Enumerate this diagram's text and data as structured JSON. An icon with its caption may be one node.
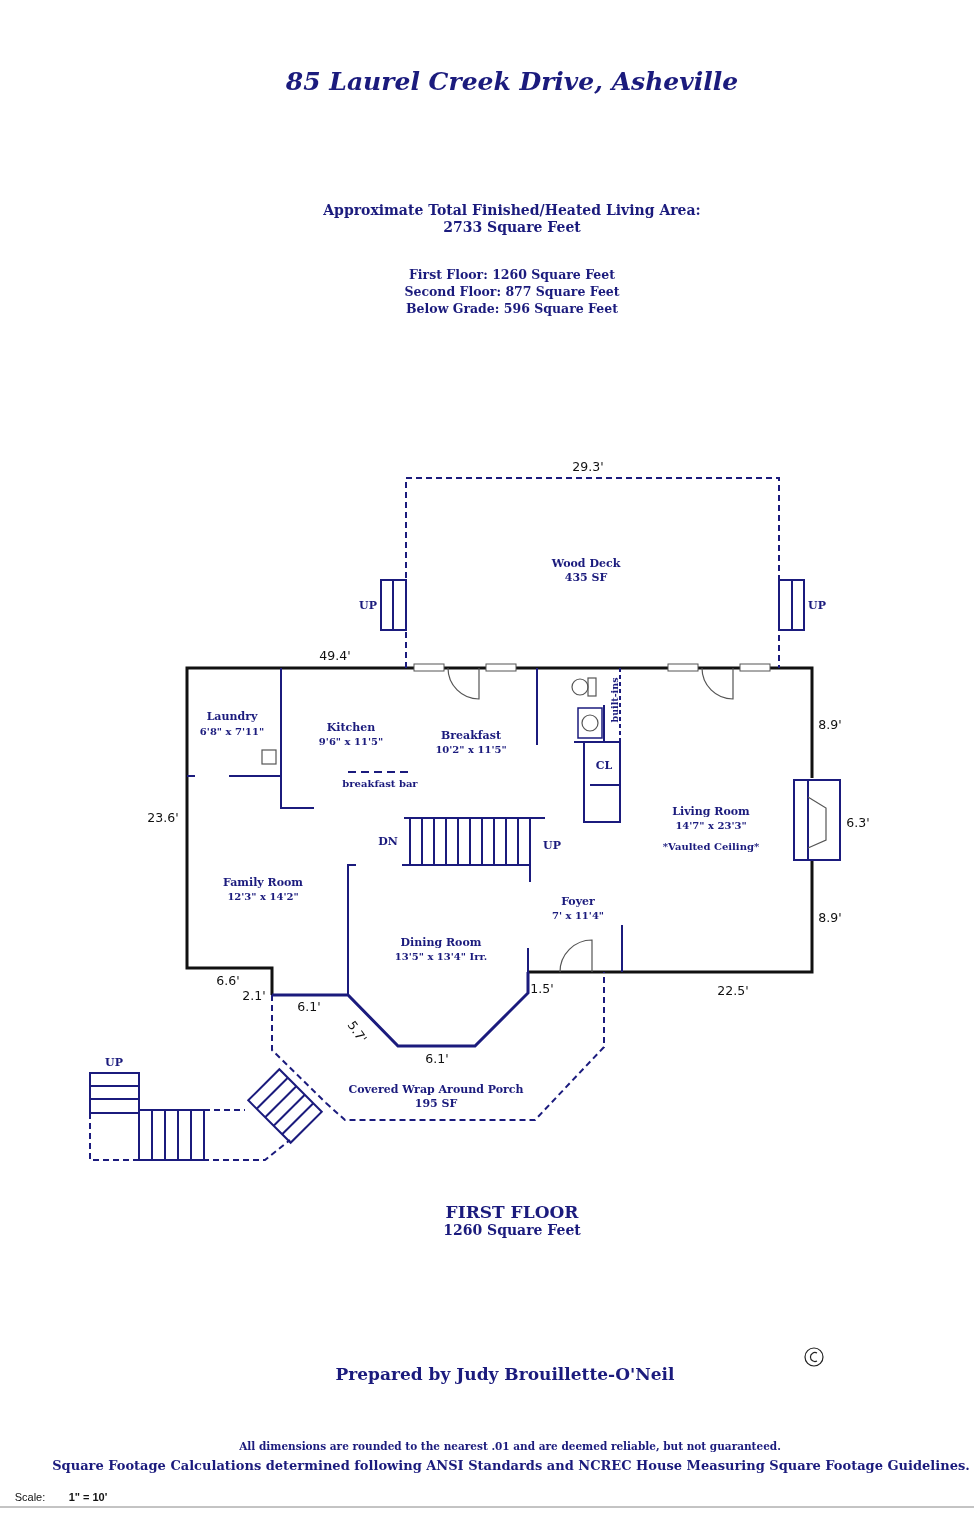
{
  "diagram": {
    "title": "85 Laurel Creek Drive, Asheville",
    "labels": [
      "Approximate Total Finished/Heated Living Area:",
      "2733 Square Feet",
      "First Floor:  1260 Square Feet",
      "Second Floor:  877 Square Feet",
      "Below Grade:  596 Square Feet",
      "29.3'",
      "Wood Deck",
      "435 SF",
      "UP",
      "UP",
      "49.4'",
      "built-ins",
      "Laundry",
      "6'8\" x 7'11\"",
      "Kitchen",
      "9'6\" x 11'5\"",
      "Breakfast",
      "10'2\" x 11'5\"",
      "8.9'",
      "CL",
      "breakfast bar",
      "Living Room",
      "14'7\" x 23'3\"",
      "23.6'",
      "6.3'",
      "DN",
      "UP",
      "*Vaulted Ceiling*",
      "Family Room",
      "12'3\" x 14'2\"",
      "Foyer",
      "7' x 11'4\"",
      "8.9'",
      "Dining Room",
      "13'5\" x 13'4\" Irr.",
      "6.6'",
      "2.1'",
      "1.5'",
      "22.5'",
      "6.1'",
      "5.7'",
      "UP",
      "6.1'",
      "Covered Wrap Around Porch",
      "195 SF",
      "FIRST FLOOR",
      "1260 Square Feet",
      "Prepared by Judy Brouillette-O'Neil",
      "All dimensions are rounded to the nearest .01 and are deemed reliable, but not guaranteed.",
      "Square Footage Calculations determined following ANSI Standards and NCREC House Measuring Square Footage Guidelines.",
      "Scale:",
      "1\" = 10'"
    ]
  }
}
